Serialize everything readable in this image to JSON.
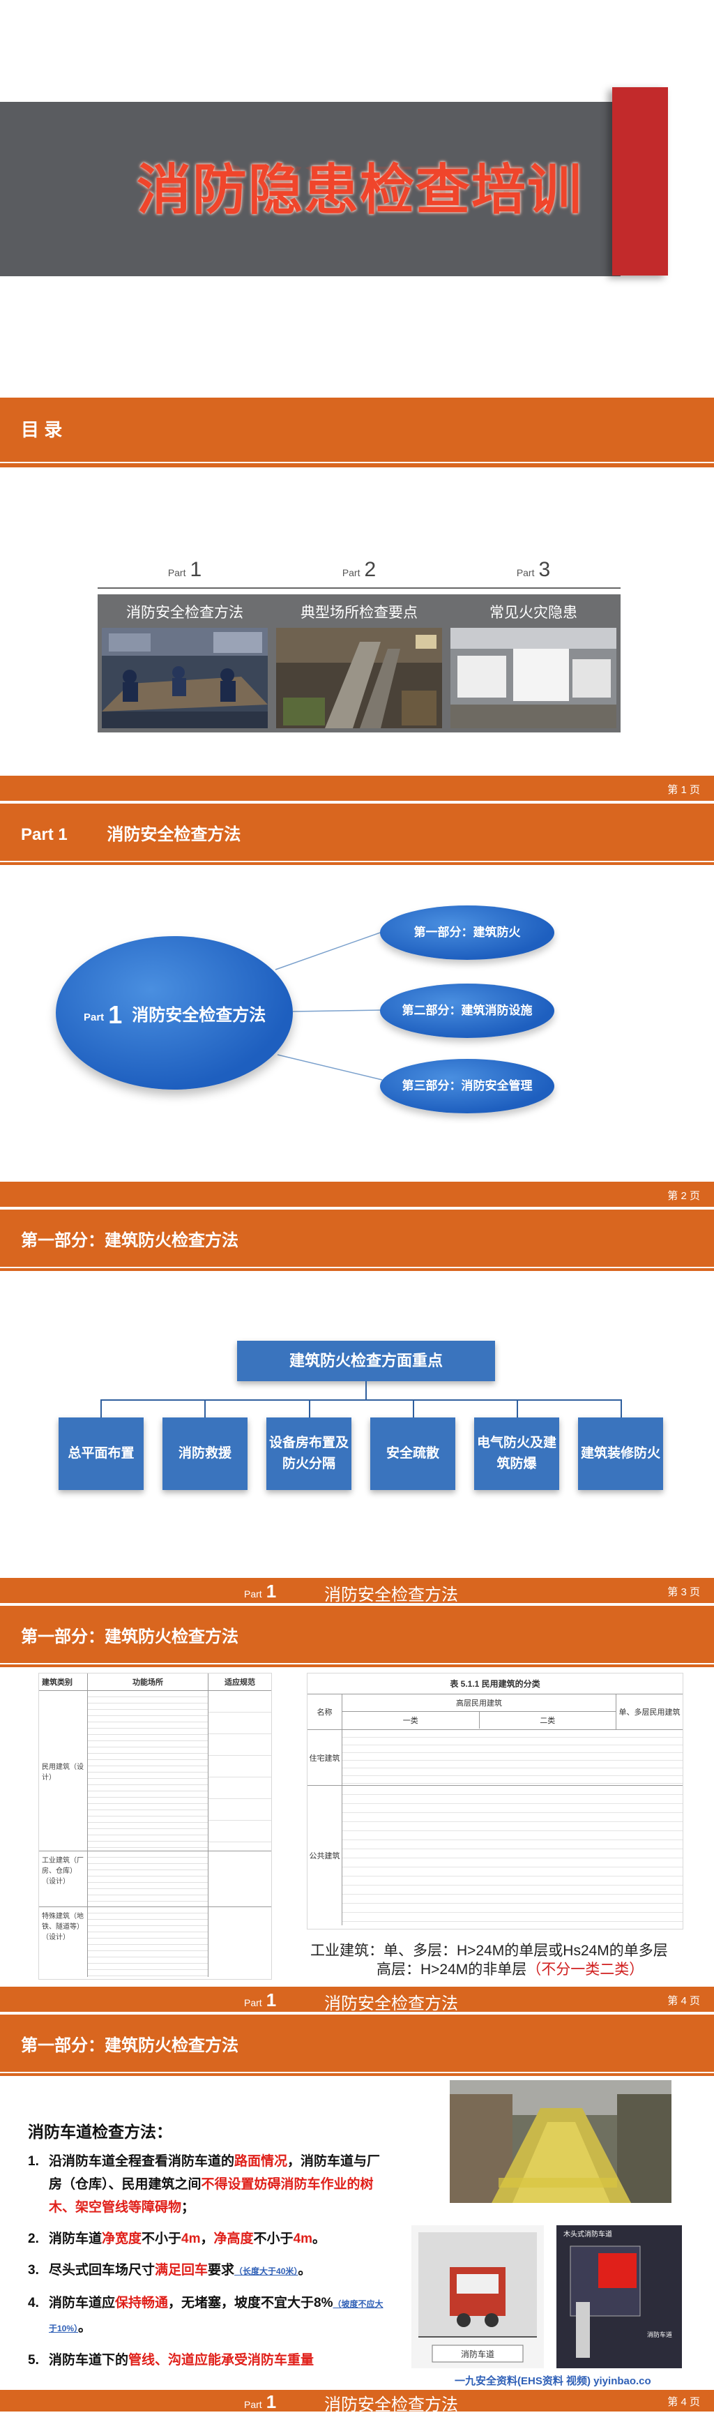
{
  "slide0": {
    "title": "消防隐患检查培训"
  },
  "slide1": {
    "header": "目 录",
    "parts": [
      {
        "part_label": "Part",
        "num": "1",
        "label": "消防安全检查方法"
      },
      {
        "part_label": "Part",
        "num": "2",
        "label": "典型场所检查要点"
      },
      {
        "part_label": "Part",
        "num": "3",
        "label": "常见火灾隐患"
      }
    ],
    "footer": {
      "page_prefix": "第",
      "page": "1",
      "page_suffix": "页"
    }
  },
  "slide2": {
    "header_part": "Part  1",
    "header_title": "消防安全检查方法",
    "center": {
      "part_label": "Part",
      "num": "1",
      "label": "消防安全检查方法"
    },
    "branches": [
      "第一部分：建筑防火",
      "第二部分：建筑消防设施",
      "第三部分：消防安全管理"
    ],
    "footer": {
      "page_prefix": "第",
      "page": "2",
      "page_suffix": "页"
    }
  },
  "slide3": {
    "header": "第一部分：建筑防火检查方法",
    "root": "建筑防火检查方面重点",
    "leaves": [
      "总平面布置",
      "消防救援",
      "设备房布置及防火分隔",
      "安全疏散",
      "电气防火及建筑防爆",
      "建筑装修防火"
    ],
    "footer": {
      "part_label": "Part",
      "part_num": "1",
      "section": "消防安全检查方法",
      "page_prefix": "第",
      "page": "3",
      "page_suffix": "页"
    }
  },
  "slide4": {
    "header": "第一部分：建筑防火检查方法",
    "table_left_headers": [
      "建筑类别",
      "功能场所",
      "适应规范"
    ],
    "table_left_rows": [
      "民用建筑（设计）",
      "工业建筑（厂房、仓库）（设计）",
      "特殊建筑（地铁、隧道等）（设计）"
    ],
    "table_right_title": "表 5.1.1 民用建筑的分类",
    "table_right_headers": [
      "名称",
      "高层民用建筑",
      "单、多层民用建筑"
    ],
    "table_right_subheaders": [
      "一类",
      "二类"
    ],
    "table_right_rows": [
      "住宅建筑",
      "公共建筑"
    ],
    "caption_line1": "工业建筑：单、多层：H>24M的单层或Hs24M的单多层",
    "caption_line2_prefix": "高层：H>24M的非单层",
    "caption_line2_red": "（不分一类二类）",
    "footer": {
      "part_label": "Part",
      "part_num": "1",
      "section": "消防安全检查方法",
      "page_prefix": "第",
      "page": "4",
      "page_suffix": "页"
    }
  },
  "slide5": {
    "header": "第一部分：建筑防火检查方法",
    "method_title": "消防车道检查方法：",
    "items": [
      {
        "n": "1.",
        "parts": [
          {
            "t": "沿消防车道全程查看消防车道的"
          },
          {
            "t": "路面情况",
            "c": "red"
          },
          {
            "t": "，消防车道与厂房（仓库）、民用建筑之间"
          },
          {
            "t": "不得设置妨碍消防车作业的树木、架空管线等障碍物",
            "c": "red"
          },
          {
            "t": "；"
          }
        ]
      },
      {
        "n": "2.",
        "parts": [
          {
            "t": "消防车道"
          },
          {
            "t": "净宽度",
            "c": "red"
          },
          {
            "t": "不小于"
          },
          {
            "t": "4m",
            "c": "red"
          },
          {
            "t": "，"
          },
          {
            "t": "净高度",
            "c": "red"
          },
          {
            "t": "不小于"
          },
          {
            "t": "4m",
            "c": "red"
          },
          {
            "t": "。"
          }
        ]
      },
      {
        "n": "3.",
        "parts": [
          {
            "t": "尽头式回车场尺寸"
          },
          {
            "t": "满足回车",
            "c": "red"
          },
          {
            "t": "要求"
          },
          {
            "t": "（长度大于40米）",
            "c": "note"
          },
          {
            "t": "。"
          }
        ]
      },
      {
        "n": "4.",
        "parts": [
          {
            "t": "消防车道应"
          },
          {
            "t": "保持畅通",
            "c": "red"
          },
          {
            "t": "，无堵塞，坡度不宜大于8%"
          },
          {
            "t": "（坡度不应大于10%）",
            "c": "note"
          },
          {
            "t": "。"
          }
        ]
      },
      {
        "n": "5.",
        "parts": [
          {
            "t": "消防车道下的"
          },
          {
            "t": "管线、沟道应能承受消防车重量",
            "c": "red"
          }
        ]
      }
    ],
    "diagram_left_label": "消防车道",
    "diagram_right_title": "木头式消防车道",
    "diagram_right_label": "消防车道",
    "watermark": "一九安全资料(EHS资料 视频) yiyinbao.co",
    "footer": {
      "part_label": "Part",
      "part_num": "1",
      "section": "消防安全检查方法",
      "page_prefix": "第",
      "page": "4",
      "page_suffix": "页"
    }
  },
  "colors": {
    "orange": "#d9661f",
    "blue": "#3a74be",
    "red": "#c22a2b",
    "gray_band": "#5a5c60"
  }
}
